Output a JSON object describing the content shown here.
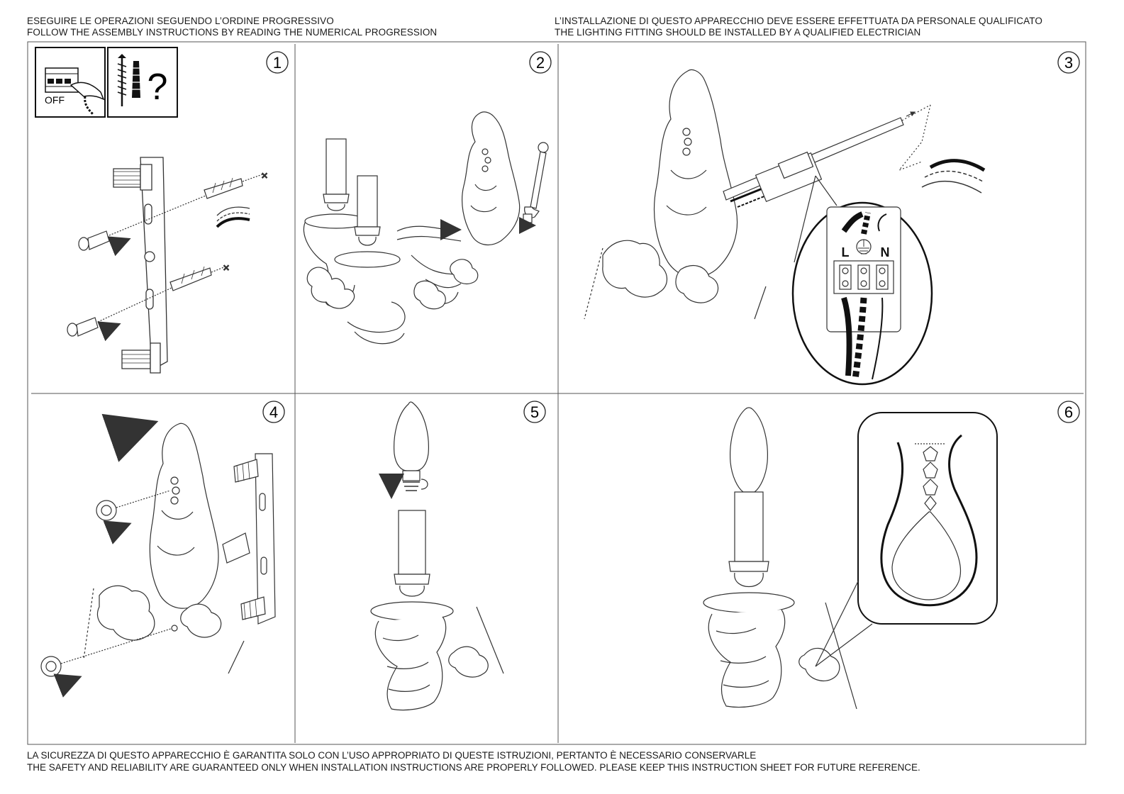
{
  "header": {
    "left": [
      "ESEGUIRE LE OPERAZIONI SEGUENDO L’ORDINE PROGRESSIVO",
      "FOLLOW THE ASSEMBLY INSTRUCTIONS BY READING THE NUMERICAL PROGRESSION"
    ],
    "right": [
      "L’INSTALLAZIONE DI QUESTO APPARECCHIO DEVE ESSERE EFFETTUATA DA PERSONALE QUALIFICATO",
      "THE LIGHTING FITTING SHOULD BE INSTALLED BY A QUALIFIED ELECTRICIAN"
    ]
  },
  "footer": [
    "LA SICUREZZA DI QUESTO APPARECCHIO È GARANTITA SOLO CON L’USO APPROPRIATO DI QUESTE ISTRUZIONI, PERTANTO È NECESSARIO CONSERVARLE",
    "THE SAFETY AND RELIABILITY ARE GUARANTEED ONLY WHEN INSTALLATION INSTRUCTIONS ARE PROPERLY FOLLOWED. PLEASE KEEP THIS INSTRUCTION SHEET FOR FUTURE REFERENCE."
  ],
  "steps": [
    "1",
    "2",
    "3",
    "4",
    "5",
    "6"
  ],
  "icons": {
    "off_label": "OFF",
    "question_mark": "?"
  },
  "terminal_labels": {
    "live": "L",
    "neutral": "N"
  }
}
